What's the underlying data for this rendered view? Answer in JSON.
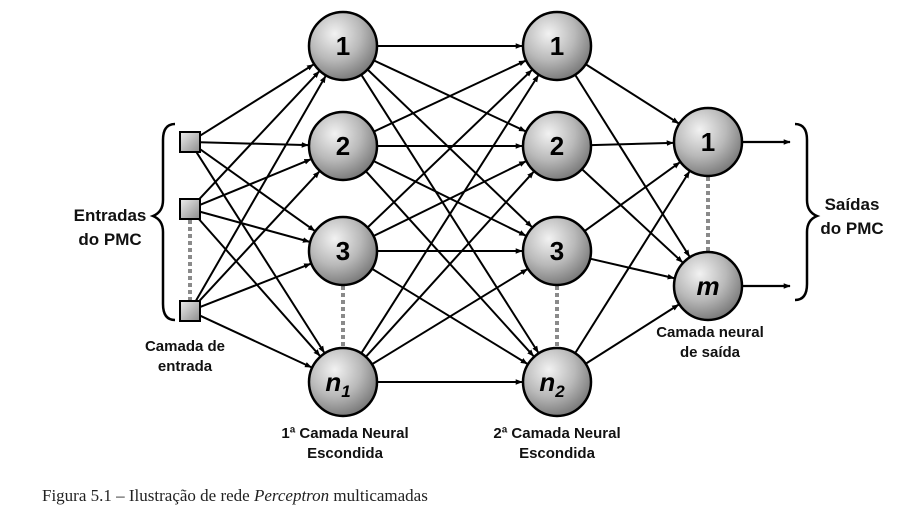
{
  "input_layer": {
    "title_line1": "Entradas",
    "title_line2": "do PMC",
    "caption_line1": "Camada de",
    "caption_line2": "entrada"
  },
  "hidden_layer_1": {
    "nodes": [
      "1",
      "2",
      "3"
    ],
    "last_node": "n",
    "last_sub": "1",
    "caption_line1": "1ª Camada Neural",
    "caption_line2": "Escondida"
  },
  "hidden_layer_2": {
    "nodes": [
      "1",
      "2",
      "3"
    ],
    "last_node": "n",
    "last_sub": "2",
    "caption_line1": "2ª Camada Neural",
    "caption_line2": "Escondida"
  },
  "output_layer": {
    "nodes": [
      "1"
    ],
    "last_node": "m",
    "caption_line1": "Camada neural",
    "caption_line2": "de saída",
    "title_line1": "Saídas",
    "title_line2": "do PMC"
  },
  "figure_caption": {
    "prefix": "Figura 5.1 – Ilustração de rede ",
    "italic": "Perceptron",
    "suffix": " multicamadas"
  }
}
